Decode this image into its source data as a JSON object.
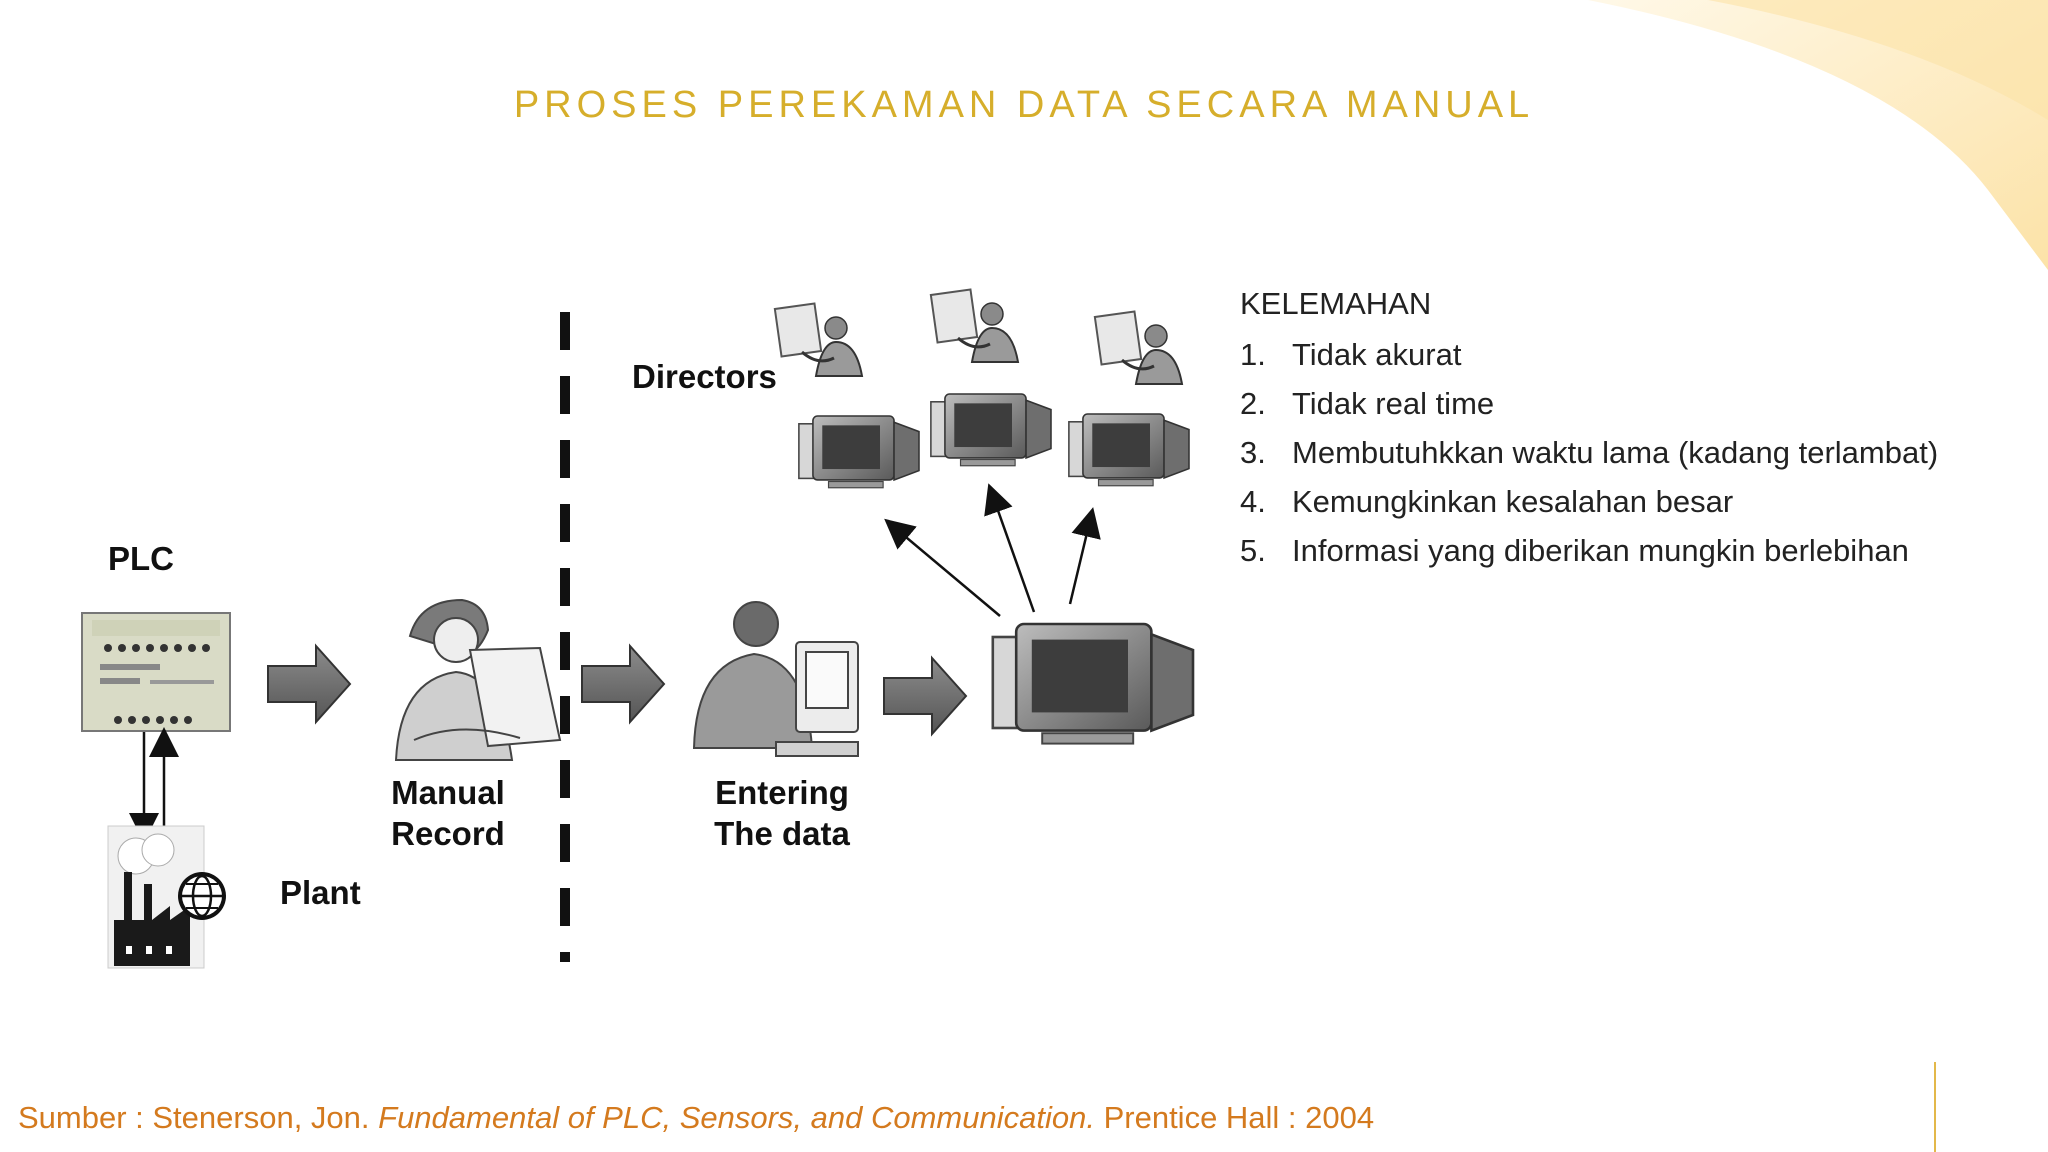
{
  "slide": {
    "title": "PROSES PEREKAMAN DATA SECARA MANUAL",
    "accent_color": "#D6AE2B",
    "source_color": "#D47A1E"
  },
  "diagram": {
    "labels": {
      "plc": "PLC",
      "plant": "Plant",
      "manual_record_1": "Manual",
      "manual_record_2": "Record",
      "entering_1": "Entering",
      "entering_2": "The data",
      "directors": "Directors"
    },
    "icons": [
      "plc-controller-icon",
      "factory-icon",
      "globe-icon",
      "worker-with-blueprint-icon",
      "data-entry-worker-icon",
      "computer-icon",
      "director-icon",
      "block-arrow-icon",
      "dashed-divider"
    ]
  },
  "kelemahan": {
    "heading": "KELEMAHAN",
    "items": [
      {
        "num": "1.",
        "text": "Tidak akurat"
      },
      {
        "num": "2.",
        "text": "Tidak real time"
      },
      {
        "num": "3.",
        "text": "Membutuhkkan waktu lama (kadang terlambat)"
      },
      {
        "num": "4.",
        "text": "Kemungkinkan kesalahan besar"
      },
      {
        "num": "5.",
        "text": "Informasi yang diberikan mungkin berlebihan"
      }
    ]
  },
  "source": {
    "prefix": "Sumber : Stenerson, Jon. ",
    "book": "Fundamental of PLC, Sensors, and Communication.",
    "suffix": " Prentice Hall : 2004"
  }
}
